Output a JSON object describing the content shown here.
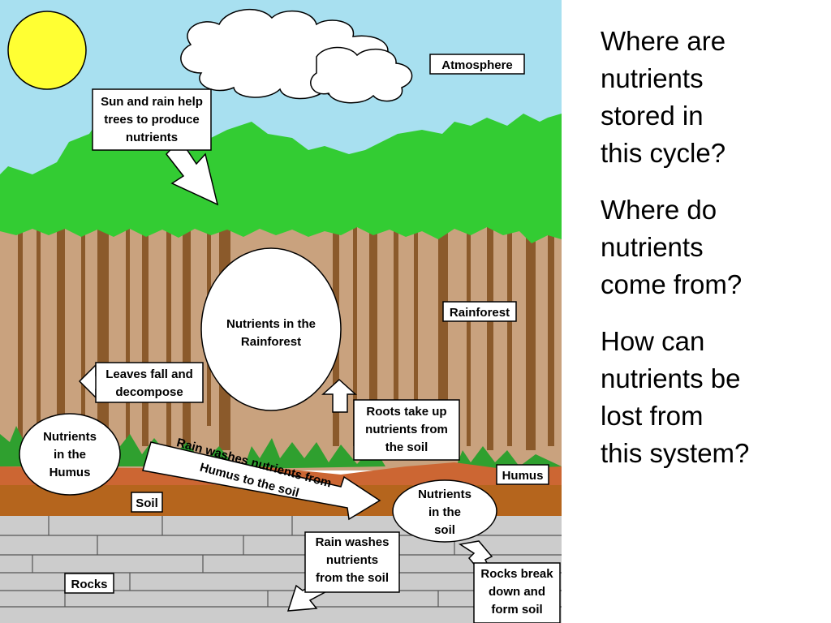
{
  "diagram": {
    "atmosphere": "Atmosphere",
    "sun_rain": "Sun and rain help|trees to produce|nutrients",
    "rainforest_label": "Rainforest",
    "nutrients_rainforest": "Nutrients in the|Rainforest",
    "leaves_fall": "Leaves fall and|decompose",
    "nutrients_humus": "Nutrients|in the|Humus",
    "roots_take_up": "Roots take up|nutrients from|the soil",
    "rain_washes_humus": "Rain washes nutrients from|Humus to the soil",
    "humus_label": "Humus",
    "soil_label": "Soil",
    "nutrients_soil": "Nutrients|in the|soil",
    "rain_washes_soil": "Rain washes|nutrients|from the soil",
    "rocks_label": "Rocks",
    "rocks_break": "Rocks break|down and|form soil"
  },
  "questions": [
    "Where are\nnutrients\nstored in\nthis cycle?",
    "Where do\nnutrients\ncome from?",
    "How can\nnutrients be\nlost from\nthis system?"
  ],
  "colors": {
    "sky": "#a8e0f0",
    "sun": "#ffff33",
    "canopy": "#33cc33",
    "trunks": "#c9a27e",
    "trunk_dark": "#8b5a2b",
    "humus": "#cc6633",
    "soil": "#b5651d",
    "rocks": "#cccccc"
  }
}
